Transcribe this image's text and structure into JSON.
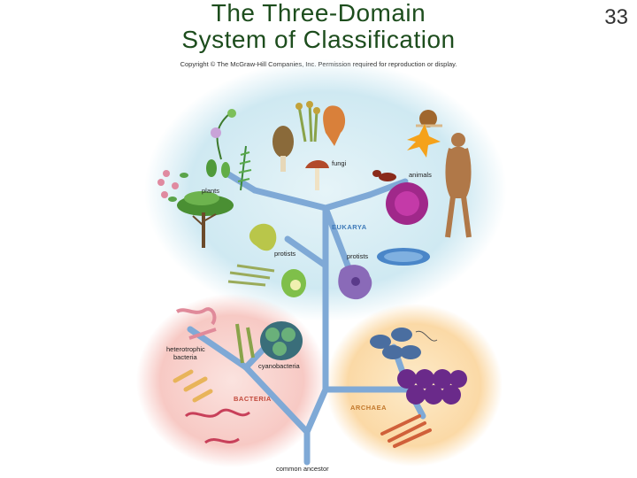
{
  "title": {
    "line1": "The Three-Domain",
    "line2": "System of Classification"
  },
  "page_number": "33",
  "copyright": "Copyright © The McGraw-Hill Companies, Inc. Permission required for reproduction or display.",
  "labels": {
    "plants": "plants",
    "fungi": "fungi",
    "animals": "animals",
    "eukarya": "EUKARYA",
    "protists_left": "protists",
    "protists_right": "protists",
    "heterotrophic_bacteria_line1": "heterotrophic",
    "heterotrophic_bacteria_line2": "bacteria",
    "cyanobacteria": "cyanobacteria",
    "bacteria": "BACTERIA",
    "archaea": "ARCHAEA",
    "common_ancestor": "common ancestor"
  },
  "colors": {
    "title": "#1d4d1d",
    "eukarya_bg": "#cfe9f2",
    "bacteria_bg": "#f7c9c4",
    "archaea_bg": "#fbd9a6",
    "tree": "#7fa9d6",
    "eukarya_label": "#3d79b8",
    "bacteria_label": "#c24a3c",
    "archaea_label": "#c2782c"
  }
}
